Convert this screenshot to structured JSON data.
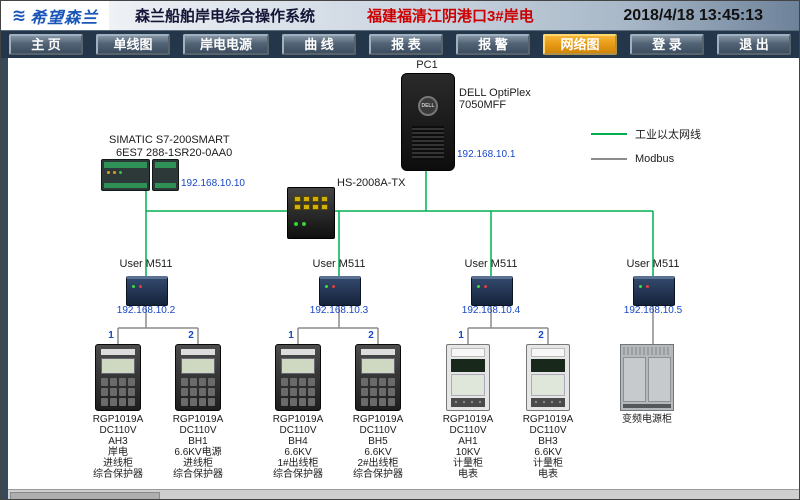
{
  "header": {
    "logo_text": "希望森兰",
    "logo_icon": "wave-lines",
    "app_title": "森兰船舶岸电综合操作系统",
    "site_title": "福建福清江阴港口3#岸电",
    "datetime": "2018/4/18 13:45:13"
  },
  "nav": {
    "items": [
      {
        "label": "主 页",
        "active": false
      },
      {
        "label": "单线图",
        "active": false
      },
      {
        "label": "岸电电源",
        "active": false
      },
      {
        "label": "曲 线",
        "active": false
      },
      {
        "label": "报 表",
        "active": false
      },
      {
        "label": "报 警",
        "active": false
      },
      {
        "label": "网络图",
        "active": true
      },
      {
        "label": "登 录",
        "active": false
      },
      {
        "label": "退 出",
        "active": false
      }
    ]
  },
  "colors": {
    "active_nav": "#e89b16",
    "ethernet_line": "#00b050",
    "modbus_line": "#8c8c8c",
    "ip_text": "#1747c6",
    "alert_red": "#cc0000"
  },
  "legend": {
    "items": [
      {
        "label": "工业以太网线",
        "color": "#00b050"
      },
      {
        "label": "Modbus",
        "color": "#8c8c8c"
      }
    ]
  },
  "network": {
    "pc": {
      "name": "PC1",
      "model": "DELL OptiPlex\n7050MFF",
      "ip": "192.168.10.1"
    },
    "plc": {
      "model": "SIMATIC S7-200SMART",
      "part_no": "6ES7 288-1SR20-0AA0",
      "ip": "192.168.10.10"
    },
    "switch": {
      "model": "HS-2008A-TX"
    },
    "serial_servers": [
      {
        "name": "User M511",
        "ip": "192.168.10.2"
      },
      {
        "name": "User M511",
        "ip": "192.168.10.3"
      },
      {
        "name": "User M511",
        "ip": "192.168.10.4"
      },
      {
        "name": "User M511",
        "ip": "192.168.10.5"
      }
    ],
    "devices": [
      {
        "port": "1",
        "type": "relay",
        "label": "RGP1019A\nDC110V\nAH3\n岸电\n进线柜\n综合保护器"
      },
      {
        "port": "2",
        "type": "relay",
        "label": "RGP1019A\nDC110V\nBH1\n6.6KV电源\n进线柜\n综合保护器"
      },
      {
        "port": "1",
        "type": "relay",
        "label": "RGP1019A\nDC110V\nBH4\n6.6KV\n1#出线柜\n综合保护器"
      },
      {
        "port": "2",
        "type": "relay",
        "label": "RGP1019A\nDC110V\nBH5\n6.6KV\n2#出线柜\n综合保护器"
      },
      {
        "port": "1",
        "type": "meter",
        "label": "RGP1019A\nDC110V\nAH1\n10KV\n计量柜\n电表"
      },
      {
        "port": "2",
        "type": "meter",
        "label": "RGP1019A\nDC110V\nBH3\n6.6KV\n计量柜\n电表"
      },
      {
        "port": "",
        "type": "cabinet",
        "label": "变频电源柜"
      }
    ]
  }
}
